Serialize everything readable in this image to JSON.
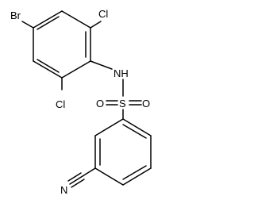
{
  "molecule": {
    "atoms": {
      "br": "Br",
      "cl_top": "Cl",
      "cl_bottom": "Cl",
      "nh": "NH",
      "s": "S",
      "o_left": "O",
      "o_right": "O",
      "n_nitrile": "N"
    },
    "colors": {
      "bond": "#000000",
      "label": "#000000",
      "background": "#ffffff"
    }
  }
}
